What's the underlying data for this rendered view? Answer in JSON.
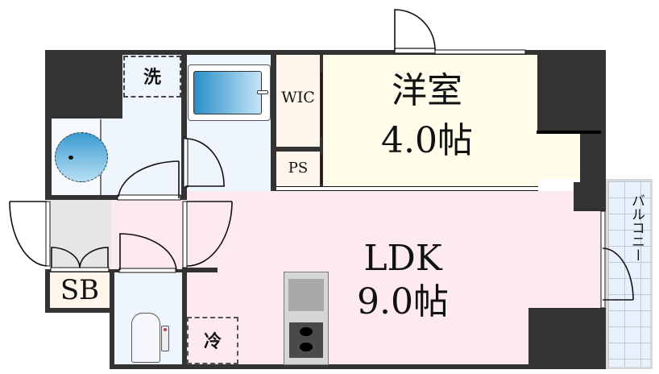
{
  "floorplan": {
    "colors": {
      "wall": "#333333",
      "wet_area": "#eff5fc",
      "western_room": "#fefdea",
      "ldk": "#fce9f1",
      "storage": "#fef5eb",
      "entrance": "#e6e6e6",
      "balcony": "#e8f1fb",
      "bath_blue": "#3a9bd0"
    },
    "rooms": {
      "western": {
        "name": "洋室",
        "size": "4.0帖"
      },
      "ldk": {
        "name": "LDK",
        "size": "9.0帖"
      },
      "wic": {
        "label": "WIC"
      },
      "ps": {
        "label": "PS"
      },
      "sb": {
        "label": "SB"
      },
      "balcony": {
        "label": "バルコニー"
      }
    },
    "fixtures": {
      "washer": {
        "label": "洗"
      },
      "fridge": {
        "label": "冷"
      }
    }
  }
}
